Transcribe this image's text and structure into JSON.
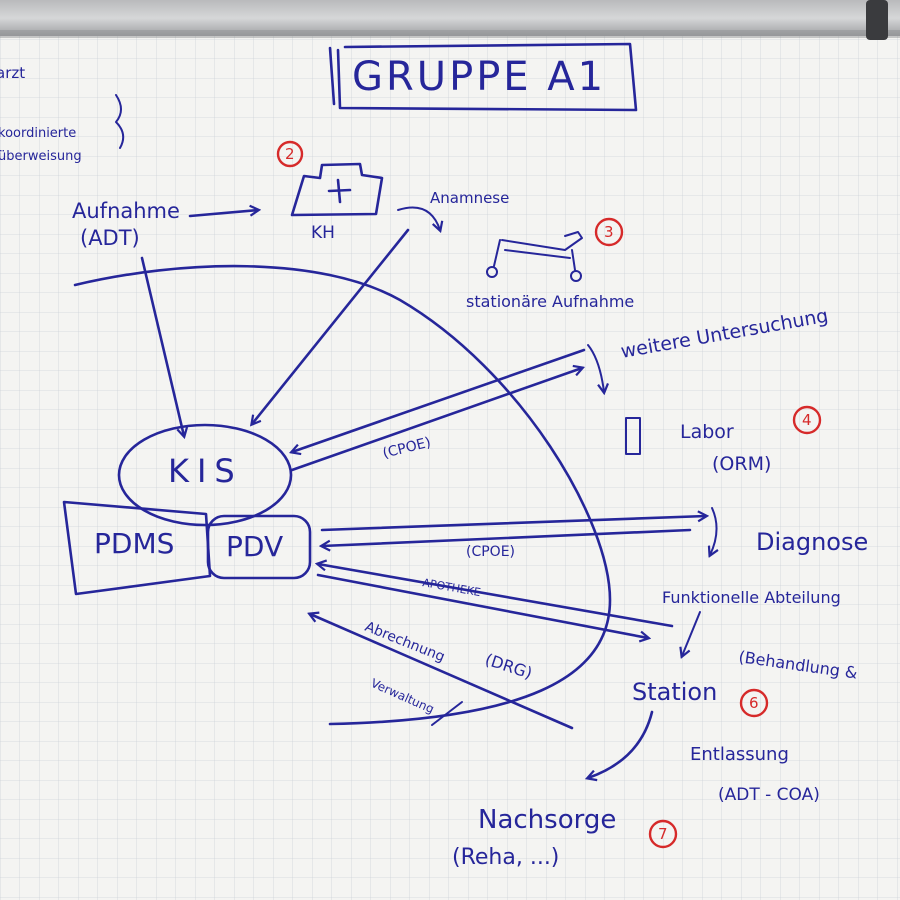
{
  "title": "GRUPPE A1",
  "margin_notes": [
    "arzt",
    "koordinierte",
    "überweisung"
  ],
  "nodes": {
    "aufnahme": [
      "Aufnahme",
      "(ADT)"
    ],
    "kh": "KH",
    "anamnese": "Anamnese",
    "stationaere_aufnahme": "stationäre Aufnahme",
    "weitere_untersuchung": "weitere Untersuchung",
    "labor": [
      "Labor",
      "(ORM)"
    ],
    "diagnose": "Diagnose",
    "funktionelle_abteilung": "Funktionelle Abteilung",
    "behandlung": "(Behandlung &",
    "station": "Station",
    "entlassung": [
      "Entlassung",
      "(ADT - COA)"
    ],
    "nachsorge": [
      "Nachsorge",
      "(Reha, ...)"
    ],
    "kis": "KIS",
    "pdms": "PDMS",
    "pdv": "PDV"
  },
  "edge_labels": {
    "cpoe_upper": "(CPOE)",
    "cpoe_lower": "(CPOE)",
    "apotheke": "APOTHEKE",
    "abrechnung": "Abrechnung",
    "drg": "(DRG)",
    "verwaltung": "Verwaltung"
  },
  "step_numbers": [
    "2",
    "3",
    "4",
    "6",
    "7"
  ],
  "colors": {
    "ink": "#26269a",
    "marker_red": "#d62a2a",
    "paper": "#f4f4f2",
    "grid": "#cfd3da"
  }
}
